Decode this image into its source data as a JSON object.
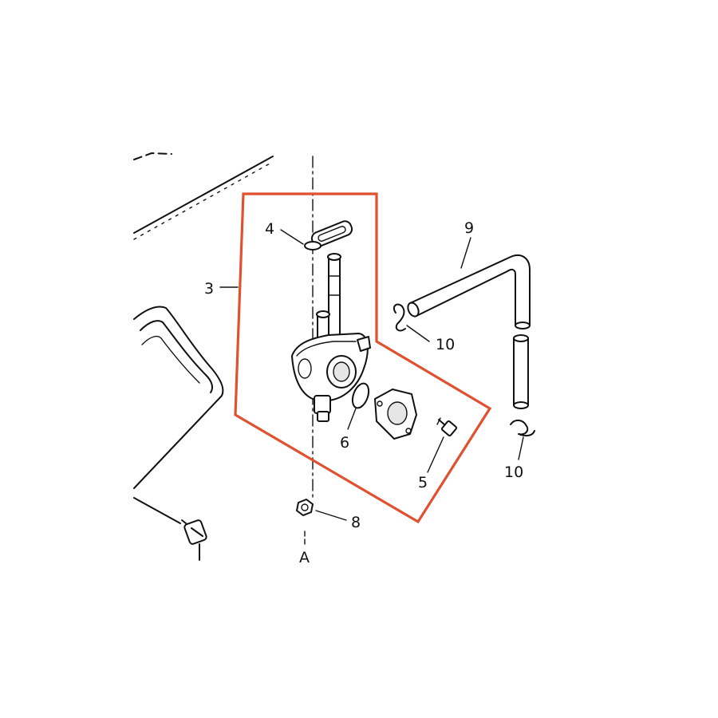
{
  "diagram": {
    "highlight_color": "#e0512f",
    "ink_color": "#111111",
    "callouts": {
      "c3": "3",
      "c4": "4",
      "c5": "5",
      "c6": "6",
      "c8": "8",
      "c9": "9",
      "c10a": "10",
      "c10b": "10",
      "cA": "A"
    }
  }
}
